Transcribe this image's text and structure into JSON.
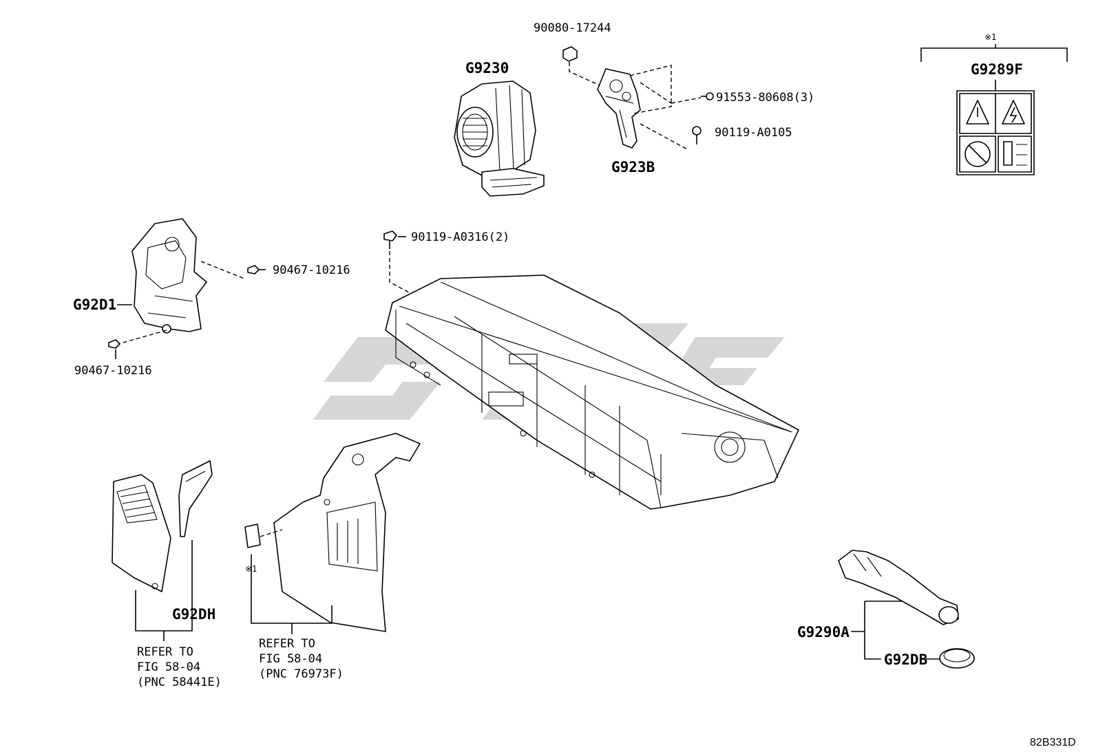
{
  "diagram": {
    "parts": {
      "blower": "G9230",
      "blower_nut": "90080-17244",
      "bracket": "G923B",
      "bracket_bolt_a": "91553-80608(3)",
      "bracket_bolt_b": "90119-A0105",
      "duct_upper": "G92D1",
      "duct_clip_right": "90467-10216",
      "duct_clip_bottom": "90467-10216",
      "battery_bolt": "90119-A0316(2)",
      "cover_upper": "G92DH",
      "duct_lower": "G9290A",
      "grommet": "G92DB",
      "caution_label": "G9289F"
    },
    "marks": {
      "note_symbol_top": "※1",
      "note_symbol_left": "※1"
    },
    "references": {
      "left_line1": "REFER TO",
      "left_line2": "FIG 58-04",
      "left_line3": "(PNC 58441E)",
      "mid_line1": "REFER TO",
      "mid_line2": "FIG 58-04",
      "mid_line3": "(PNC 76973F)"
    },
    "figure_id": "82B331D"
  }
}
